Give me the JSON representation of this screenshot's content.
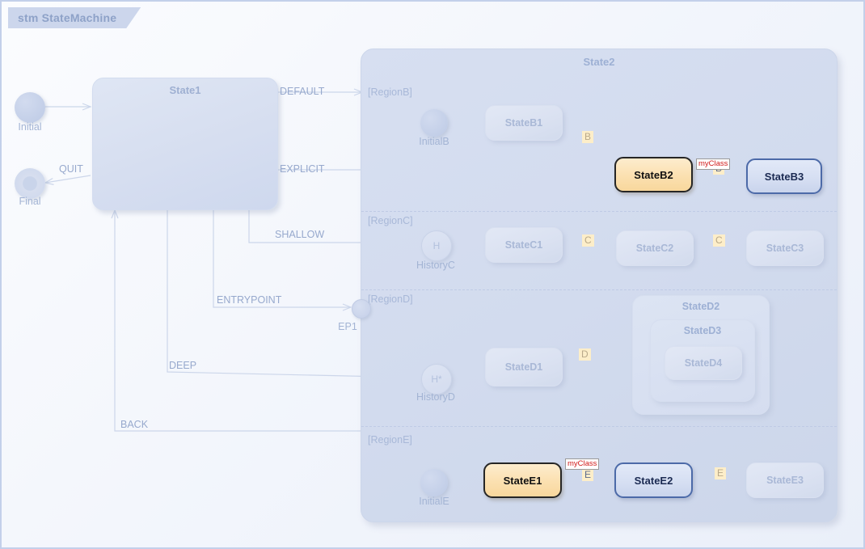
{
  "diagram": {
    "header": "stm StateMachine",
    "colors": {
      "canvas_bg": "#f3f6fc",
      "frame_border": "#c3d0ea",
      "tab_bg": "#ccd6ec",
      "tab_text": "#8ea2c8",
      "ghost_state_fill": "#d6def0",
      "ghost_state_text": "#9fb0d2",
      "composite_fill": "#d2dbee",
      "active_state_fill": "#fbe0b0",
      "active_state_border": "#262626",
      "target_state_fill": "#d5def2",
      "target_state_border": "#4c6aa8",
      "event_chip_bg": "#fdeec9",
      "tooltip_text": "#d01818",
      "edge_stroke": "#ccd6ea",
      "active_edge_stroke": "#555555"
    }
  },
  "top_level": {
    "initial": {
      "label": "Initial"
    },
    "final": {
      "label": "Final"
    },
    "state1": {
      "label": "State1"
    },
    "entry_point": {
      "label": "EP1"
    }
  },
  "composite": {
    "label": "State2",
    "regions": [
      {
        "label": "[RegionB]"
      },
      {
        "label": "[RegionC]"
      },
      {
        "label": "[RegionD]"
      },
      {
        "label": "[RegionE]"
      }
    ]
  },
  "region_b": {
    "initial": {
      "label": "InitialB"
    },
    "states": [
      {
        "label": "StateB1",
        "style": "ghost"
      },
      {
        "label": "StateB2",
        "style": "active"
      },
      {
        "label": "StateB3",
        "style": "target"
      }
    ],
    "events": [
      {
        "label": "B"
      },
      {
        "label": "B",
        "tooltip": "myClass"
      }
    ]
  },
  "region_c": {
    "history": {
      "label": "HistoryC",
      "glyph": "H"
    },
    "states": [
      {
        "label": "StateC1",
        "style": "ghost"
      },
      {
        "label": "StateC2",
        "style": "ghost"
      },
      {
        "label": "StateC3",
        "style": "ghost"
      }
    ],
    "events": [
      {
        "label": "C"
      },
      {
        "label": "C"
      }
    ]
  },
  "region_d": {
    "history": {
      "label": "HistoryD",
      "glyph": "H*"
    },
    "states": [
      {
        "label": "StateD1",
        "style": "ghost"
      },
      {
        "label": "StateD2",
        "style": "nested"
      },
      {
        "label": "StateD3",
        "style": "nested"
      },
      {
        "label": "StateD4",
        "style": "ghost"
      }
    ],
    "events": [
      {
        "label": "D"
      }
    ]
  },
  "region_e": {
    "initial": {
      "label": "InitialE"
    },
    "states": [
      {
        "label": "StateE1",
        "style": "active"
      },
      {
        "label": "StateE2",
        "style": "target"
      },
      {
        "label": "StateE3",
        "style": "ghost"
      }
    ],
    "events": [
      {
        "label": "E",
        "tooltip": "myClass"
      },
      {
        "label": "E"
      }
    ]
  },
  "transitions": [
    {
      "label": "DEFAULT"
    },
    {
      "label": "EXPLICIT"
    },
    {
      "label": "SHALLOW"
    },
    {
      "label": "ENTRYPOINT"
    },
    {
      "label": "DEEP"
    },
    {
      "label": "BACK"
    },
    {
      "label": "QUIT"
    }
  ]
}
